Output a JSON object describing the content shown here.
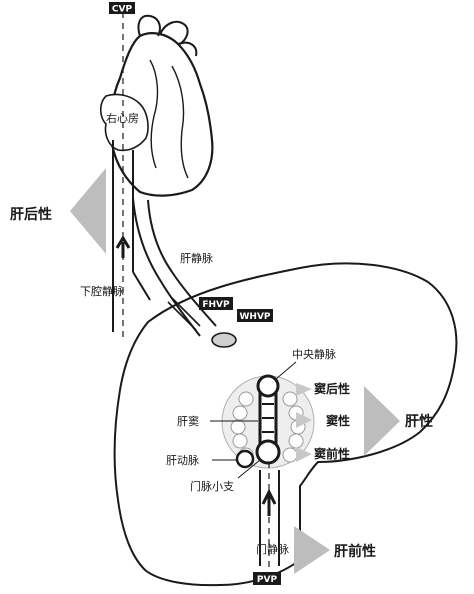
{
  "labels": {
    "cvp": "CVP",
    "right_atrium": "右心房",
    "posthepatic": "肝后性",
    "hepatic_vein": "肝静脉",
    "ivc": "下腔静脉",
    "fhvp": "FHVP",
    "whvp": "WHVP",
    "central_vein": "中央静脉",
    "postsinusoidal": "窦后性",
    "sinusoid": "肝窦",
    "sinusoidal": "窦性",
    "intrahepatic": "肝性",
    "hepatic_artery": "肝动脉",
    "presinusoidal": "窦前性",
    "portal_branch": "门脉小支",
    "portal_vein": "门静脉",
    "prehepatic": "肝前性",
    "pvp": "PVP"
  }
}
